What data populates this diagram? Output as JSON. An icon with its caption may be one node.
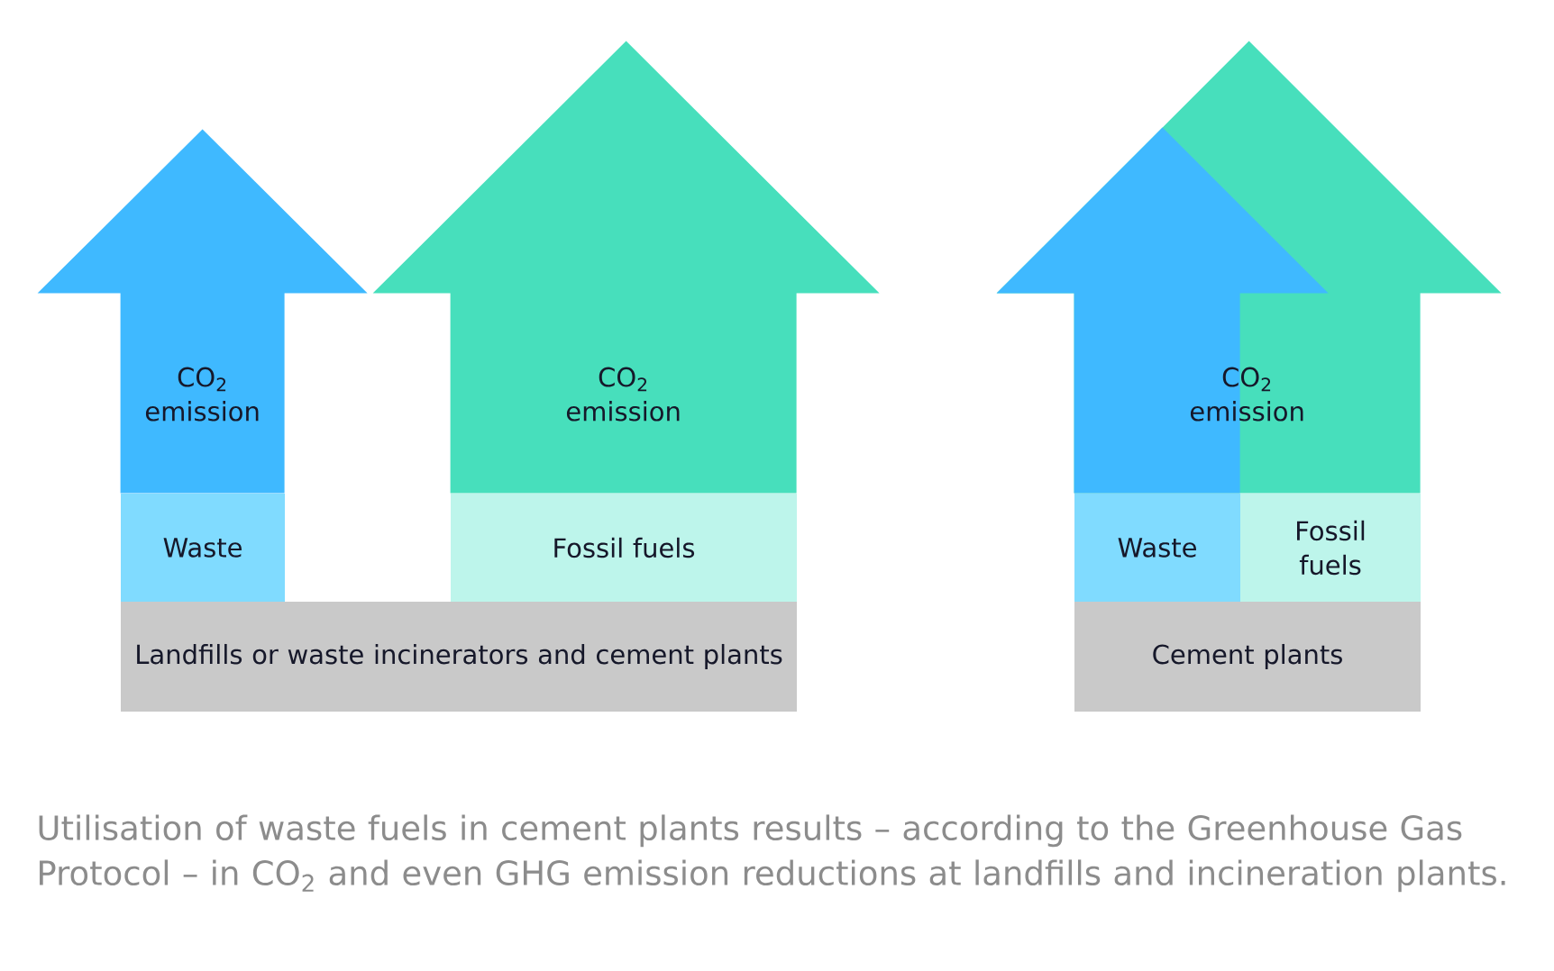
{
  "diagram": {
    "caption": "Utilisation of waste fuels in cement plants results – according to the Greenhouse Gas Protocol – in CO$_{2}$ and even GHG emission reductions at landfills and incineration plants.",
    "nodes": [
      {
        "text": [
          "Waste"
        ]
      },
      {
        "text": [
          "Fossil fuels"
        ]
      },
      {
        "text": [
          "Landfills or waste incinerators and cement plants"
        ]
      },
      {
        "text": [
          "Waste"
        ]
      },
      {
        "text": [
          "Fossil fuels"
        ]
      },
      {
        "text": [
          "Cement plants"
        ]
      }
    ],
    "edges": [
      {
        "from": 0,
        "to": null,
        "arrow": "to",
        "label": "CO$_{2}$ emission",
        "color": "#3fb9ff"
      },
      {
        "from": 1,
        "to": null,
        "arrow": "to",
        "label": "CO$_{2}$ emission",
        "color": "#47dfbc"
      },
      {
        "from": 3,
        "to": null,
        "arrow": "to",
        "color": "#3fb9ff"
      },
      {
        "from": 4,
        "to": null,
        "arrow": "to",
        "label": "CO$_{2}$ emission",
        "color": "#47dfbc"
      }
    ]
  }
}
